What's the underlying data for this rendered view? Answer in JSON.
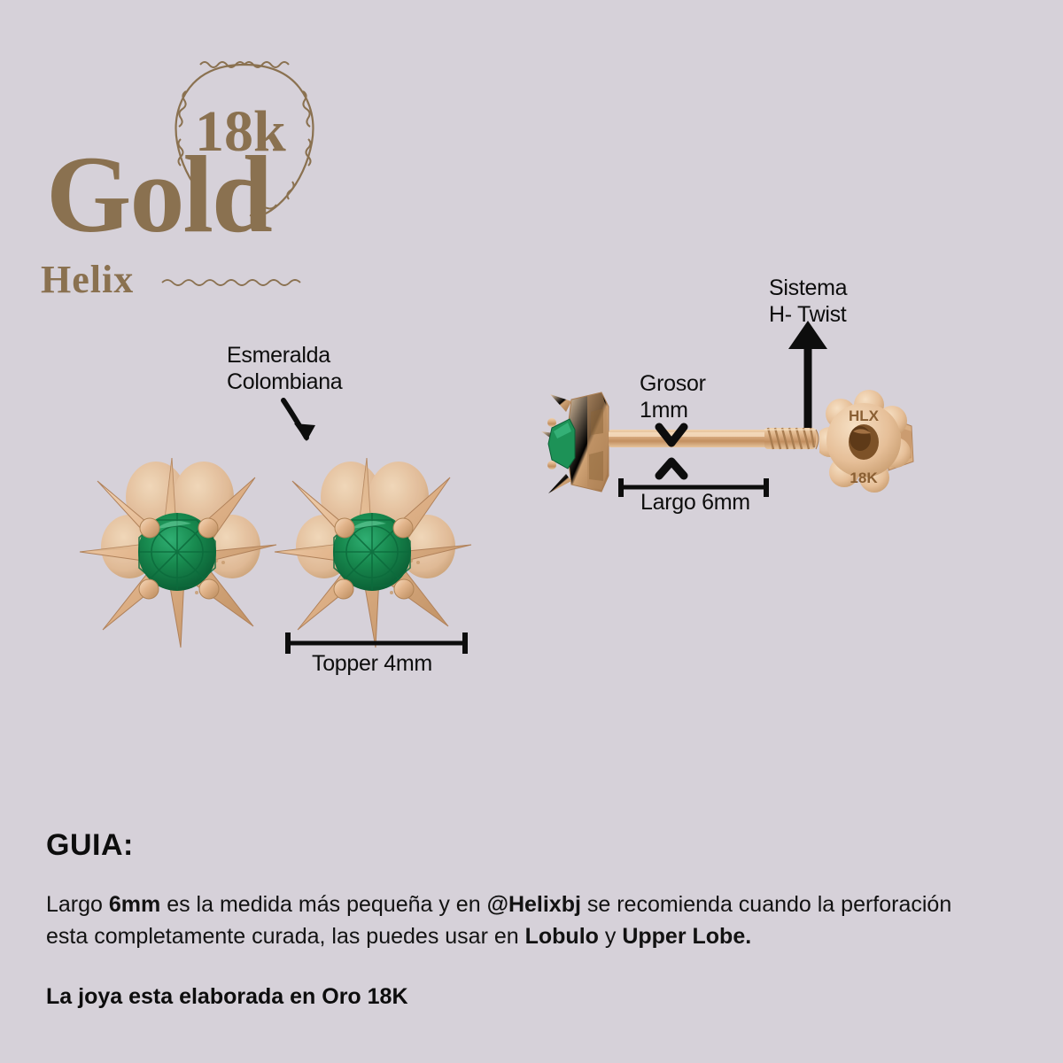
{
  "brand": {
    "badge_text": "18k",
    "word_main": "Gold",
    "word_sub": "Helix",
    "gold_color": "#8a7150"
  },
  "background_color": "#d6d1d9",
  "annotations": {
    "esmeralda": "Esmeralda\nColombiana",
    "grosor": "Grosor\n1mm",
    "sistema": "Sistema\nH- Twist",
    "topper": "Topper 4mm",
    "largo": "Largo 6mm"
  },
  "product": {
    "gem_color": "#157a46",
    "gem_highlight": "#2ba86a",
    "gold_metal": "#e3b68d",
    "gold_metal_dark": "#b98a5c",
    "gold_metal_light": "#f3d9bb",
    "back_stamp_top": "HLX",
    "back_stamp_bottom": "18K"
  },
  "guide": {
    "title": "GUIA:",
    "paragraph": [
      {
        "text": "Largo ",
        "bold": false
      },
      {
        "text": "6mm",
        "bold": true
      },
      {
        "text": " es la medida más pequeña y en ",
        "bold": false
      },
      {
        "text": "@Helixbj",
        "bold": true
      },
      {
        "text": "  se recomienda cuando la perforación esta completamente curada, las puedes usar en ",
        "bold": false
      },
      {
        "text": "Lobulo",
        "bold": true
      },
      {
        "text": " y ",
        "bold": false
      },
      {
        "text": "Upper Lobe.",
        "bold": true
      }
    ],
    "note": "La joya esta elaborada en Oro 18K"
  }
}
